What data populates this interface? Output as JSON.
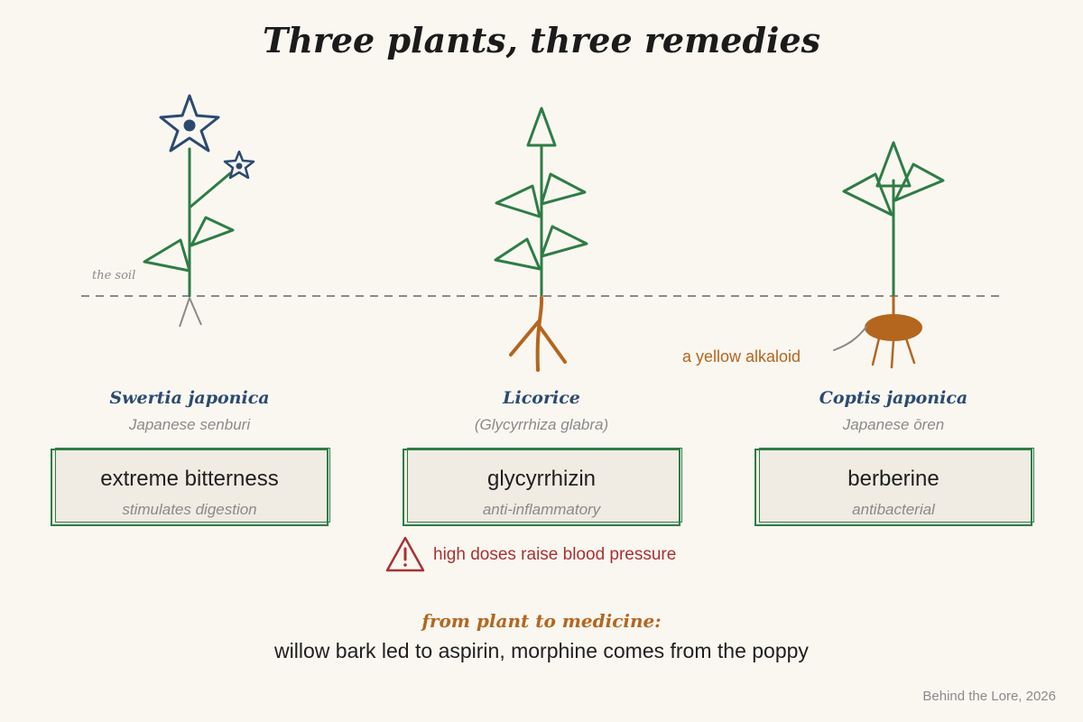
{
  "title": "Three plants, three remedies",
  "soil_label": "the soil",
  "plants": [
    {
      "name": "Swertia japonica",
      "common": "Japanese senburi",
      "compound": "extreme bitterness",
      "effect": "stimulates digestion"
    },
    {
      "name": "Licorice",
      "common": "(Glycyrrhiza glabra)",
      "compound": "glycyrrhizin",
      "effect": "anti-inflammatory"
    },
    {
      "name": "Coptis japonica",
      "common": "Japanese ōren",
      "compound": "berberine",
      "effect": "antibacterial"
    }
  ],
  "alkaloid_label": "a yellow alkaloid",
  "warning": "high doses raise blood pressure",
  "footer": {
    "heading": "from plant to medicine:",
    "text": "willow bark led to aspirin, morphine comes from the poppy"
  },
  "credit": "Behind the Lore, 2026",
  "colors": {
    "stem": "#2e7d45",
    "flower": "#2b4a72",
    "root": "#b4661e",
    "warning": "#a83232",
    "soil": "#8a8a8a"
  },
  "icons": [
    "star-flower-icon",
    "warning-triangle-icon"
  ]
}
